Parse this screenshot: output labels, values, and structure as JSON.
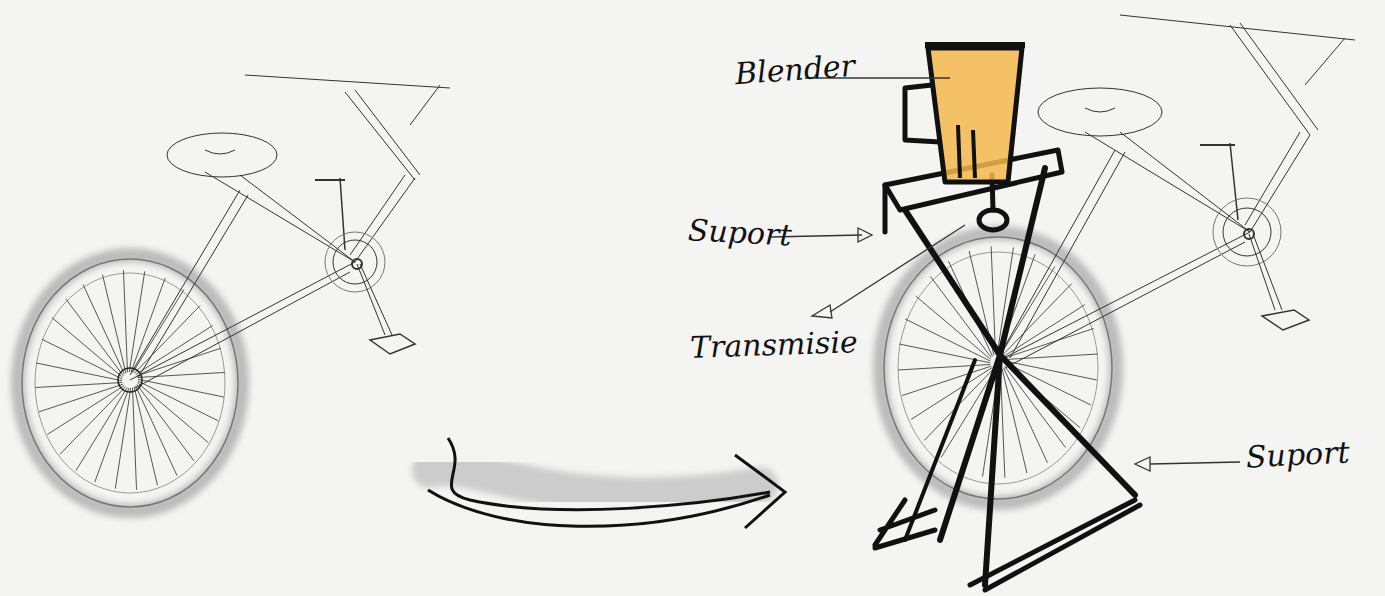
{
  "diagram": {
    "labels": [
      "Blender",
      "Suport",
      "Transmisie",
      "Suport"
    ]
  }
}
